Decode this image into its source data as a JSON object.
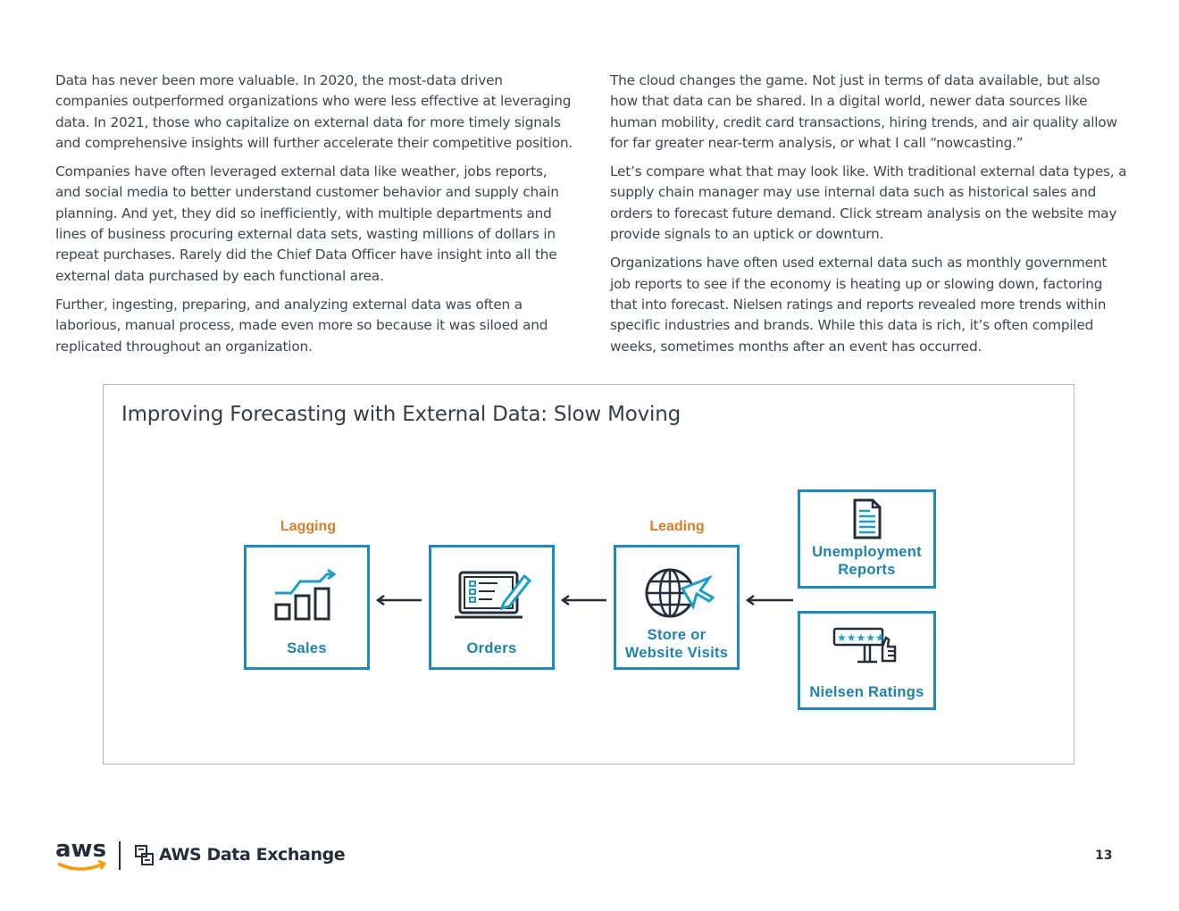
{
  "left_column": {
    "paragraphs": [
      "Data has never been more valuable. In 2020, the most-data driven companies outperformed organizations who were less effective at leveraging data. In 2021, those who capitalize on external data for more timely signals and comprehensive insights will further accelerate their competitive position.",
      "Companies have often leveraged external data like weather, jobs reports, and social media to better understand customer behavior and supply chain planning. And yet, they did so inefficiently, with multiple departments and lines of business procuring external data sets, wasting millions of dollars in repeat purchases. Rarely did the Chief Data Officer have insight into all the external data purchased by each functional area.",
      "Further, ingesting, preparing, and analyzing external data was often a laborious, manual process, made even more so because it was siloed and replicated throughout an organization."
    ]
  },
  "right_column": {
    "paragraphs": [
      "The cloud changes the game. Not just in terms of data available, but also how that data can be shared. In a digital world, newer data sources like human mobility, credit card transactions, hiring trends, and air quality allow for far greater near-term analysis, or what I call “nowcasting.”",
      "Let’s compare what that may look like. With traditional external data types, a supply chain manager may use internal data such as historical sales and orders to forecast future demand. Click stream analysis on the website may provide signals to an uptick or downturn.",
      "Organizations have often used external data such as monthly government job reports to see if the economy is heating up or slowing down, factoring that into forecast. Nielsen ratings and reports revealed more trends within specific industries and brands. While this data is rich, it’s often compiled weeks, sometimes months after an event has occurred."
    ]
  },
  "figure": {
    "title": "Improving Forecasting with External Data: Slow Moving",
    "tag_lagging": "Lagging",
    "tag_leading": "Leading",
    "boxes": {
      "sales": {
        "label": "Sales",
        "icon": "bar-chart-growth-icon"
      },
      "orders": {
        "label": "Orders",
        "icon": "laptop-checklist-icon"
      },
      "visits": {
        "label_line1": "Store or",
        "label_line2": "Website Visits",
        "icon": "globe-cursor-icon"
      },
      "unemployment": {
        "label_line1": "Unemployment",
        "label_line2": "Reports",
        "icon": "document-icon"
      },
      "nielsen": {
        "label": "Nielsen Ratings",
        "icon": "rating-thumbs-up-icon"
      }
    },
    "colors": {
      "box_border": "#1a8cc2",
      "label": "#1a83b7",
      "tag": "#e07b24"
    }
  },
  "footer": {
    "brand": "aws",
    "product": "AWS Data Exchange",
    "page_number": "13"
  }
}
